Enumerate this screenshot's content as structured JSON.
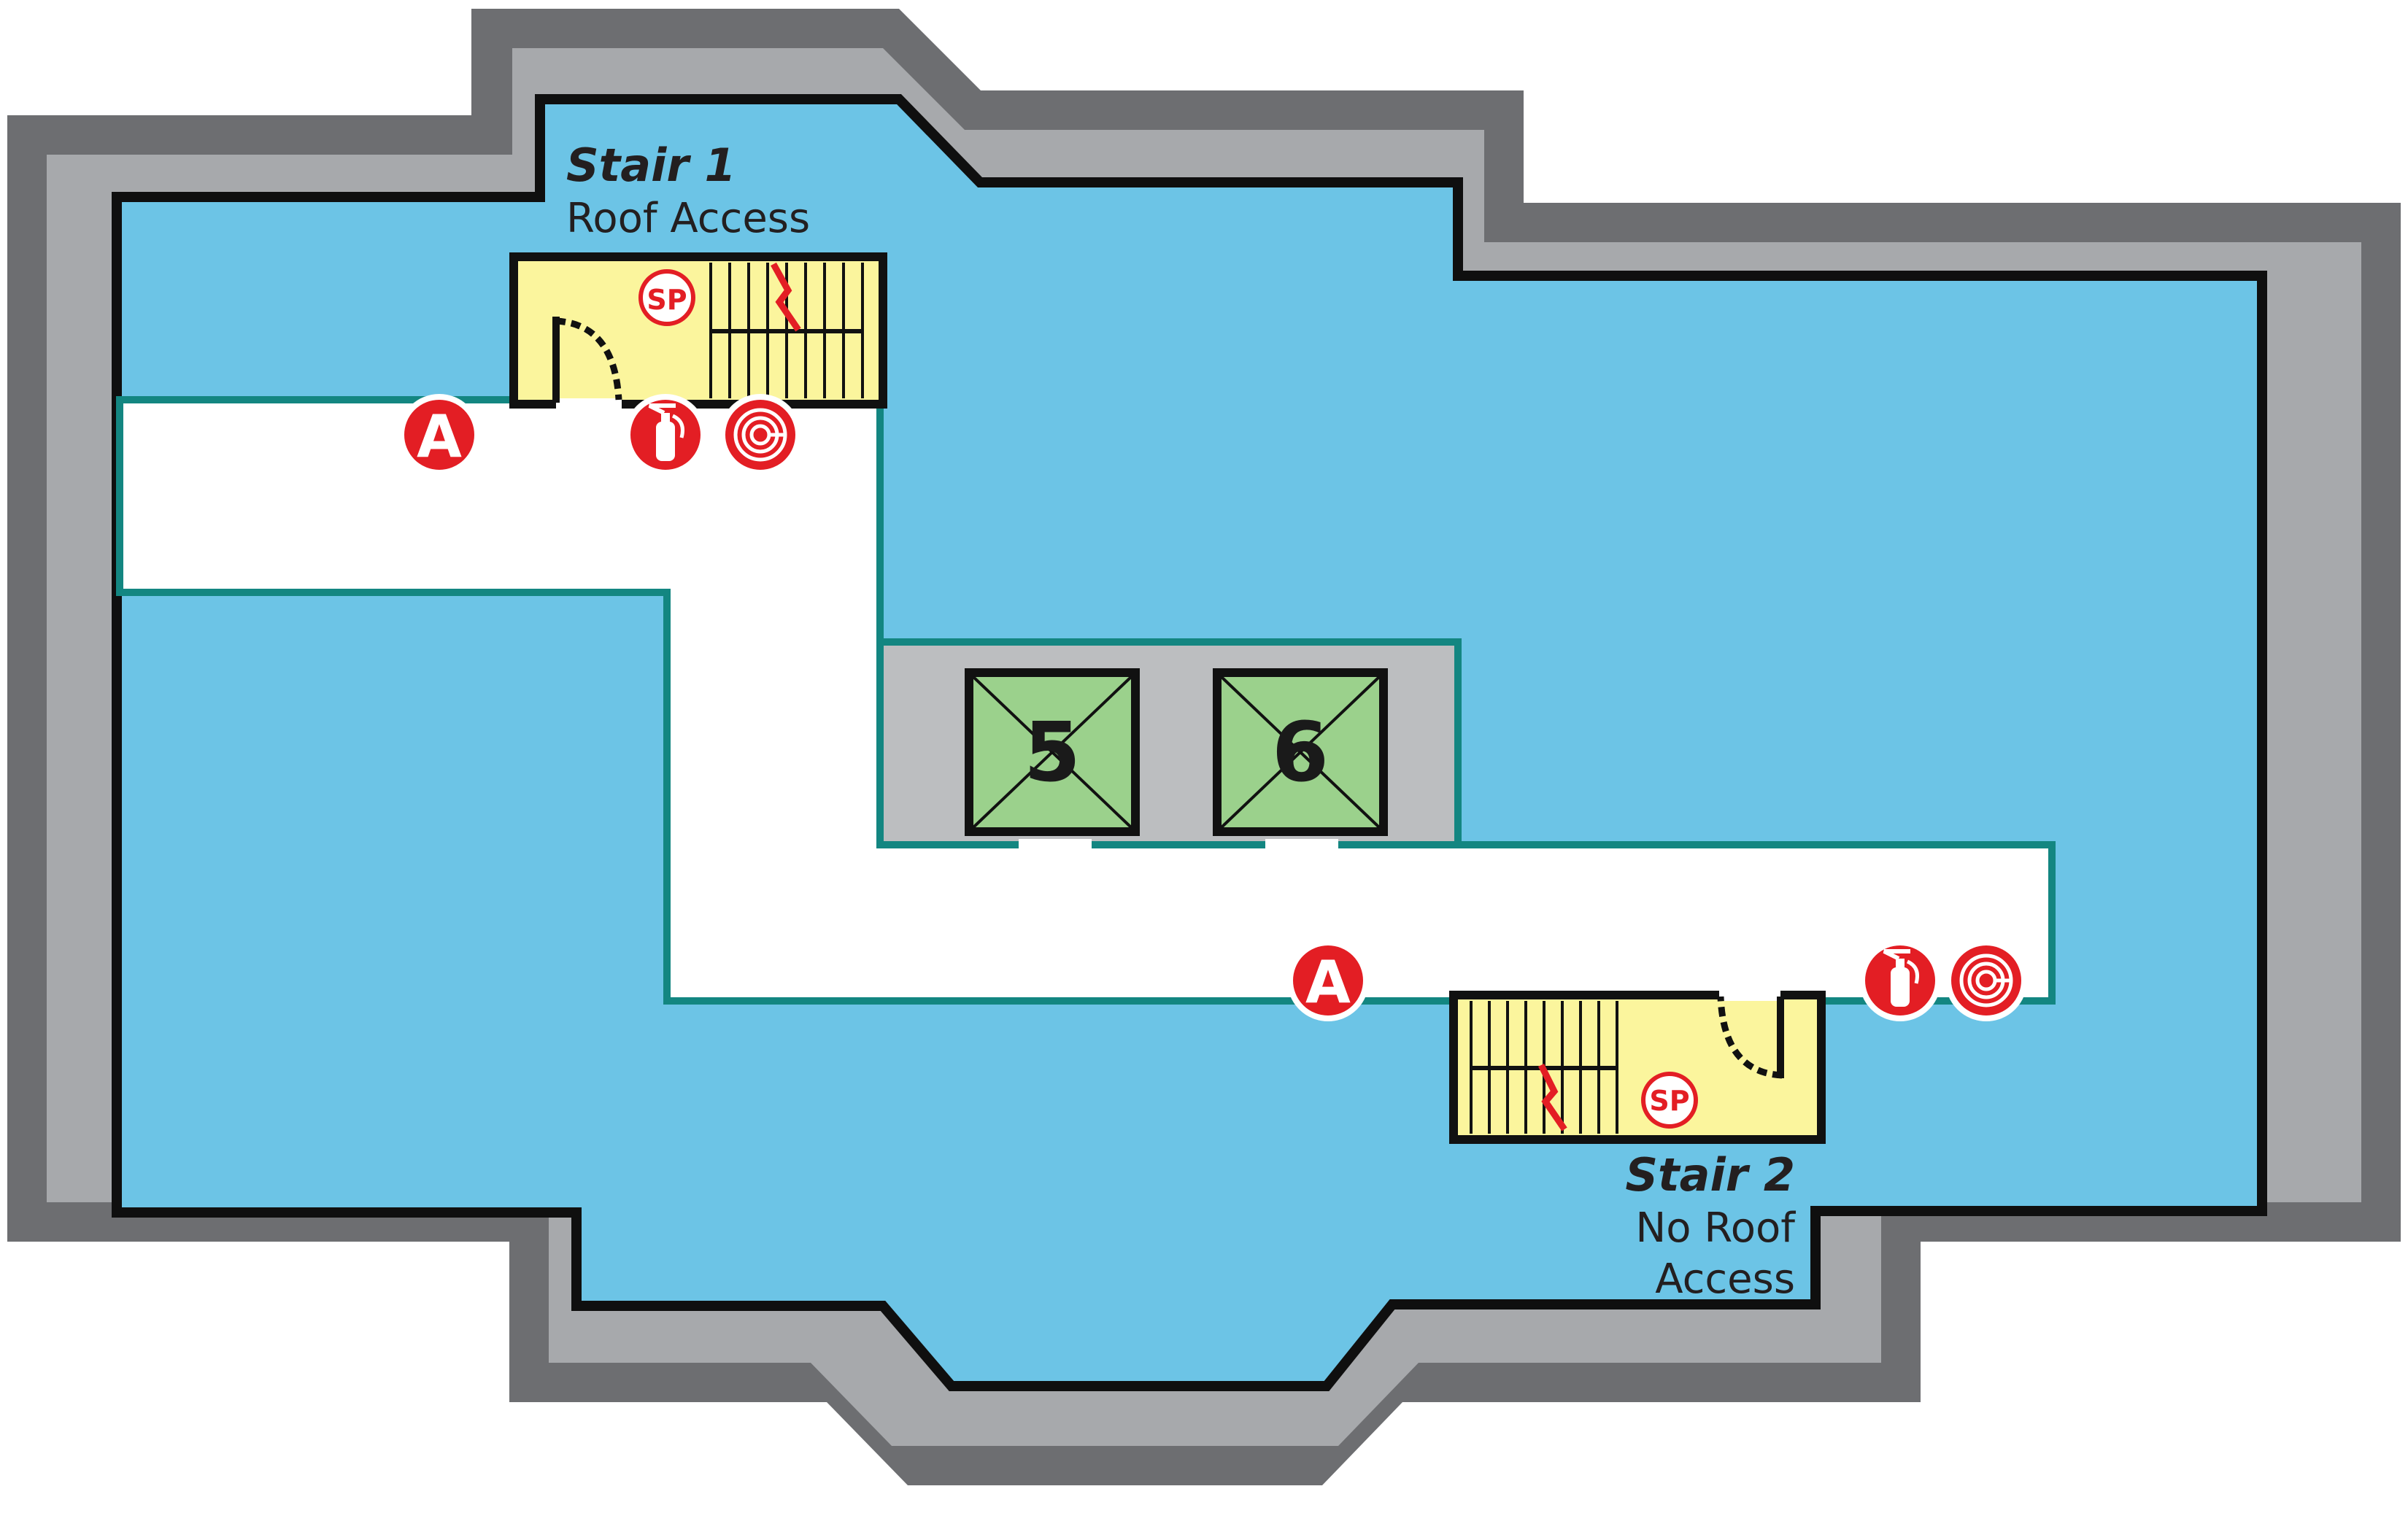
{
  "colors": {
    "outer_wall": "#6d6e71",
    "inner_wall": "#a7a9ac",
    "floor": "#6cc4e6",
    "corridor": "#ffffff",
    "corridor_edge": "#138681",
    "stair_fill": "#fbf59d",
    "elevator_fill": "#9bd18c",
    "elevator_bank": "#bcbec0",
    "safety_red": "#e31e24"
  },
  "stairs": [
    {
      "title": "Stair 1",
      "subtitle": "Roof Access",
      "standpipe": "SP"
    },
    {
      "title": "Stair 2",
      "subtitle_line1": "No Roof",
      "subtitle_line2": "Access",
      "standpipe": "SP"
    }
  ],
  "elevators": [
    {
      "number": "5"
    },
    {
      "number": "6"
    }
  ],
  "markers": {
    "assembly_letter": "A",
    "extinguisher_icon": "fire-extinguisher-icon",
    "hose_icon": "fire-hose-reel-icon"
  }
}
